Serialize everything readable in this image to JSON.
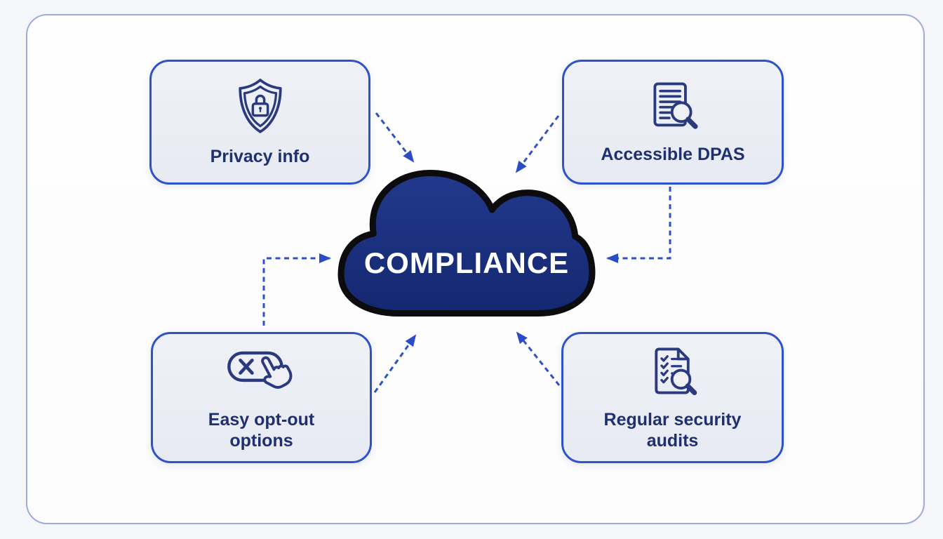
{
  "center": {
    "label": "COMPLIANCE"
  },
  "nodes": {
    "privacy": {
      "label": "Privacy info",
      "icon": "shield-lock-icon"
    },
    "dpas": {
      "label": "Accessible DPAS",
      "icon": "document-search-icon"
    },
    "optout": {
      "label": "Easy opt-out options",
      "icon": "opt-out-click-icon"
    },
    "audits": {
      "label": "Regular security audits",
      "icon": "checklist-search-icon"
    }
  },
  "colors": {
    "cloud_fill_top": "#22398c",
    "cloud_fill_bottom": "#142870",
    "cloud_outline": "#0c0c0e",
    "node_border": "#2e52ca",
    "node_fill": "#eceef5",
    "icon_stroke": "#2b3a7e",
    "arrow": "#2e51c9",
    "label_text": "#1e306f",
    "center_text": "#ffffff",
    "frame_border": "#9dacdb",
    "page_background": "#f5f6f9"
  }
}
